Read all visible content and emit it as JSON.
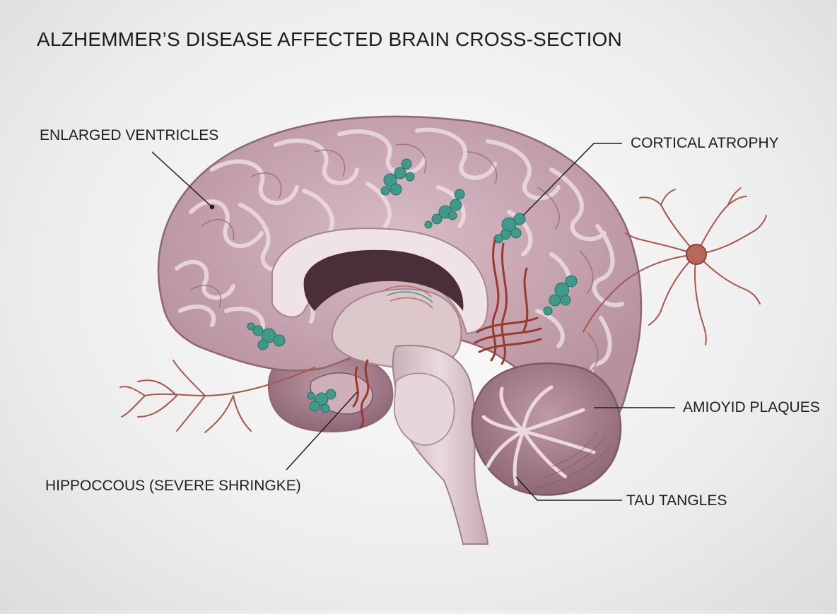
{
  "title": "ALZHEMMER’S DISEASE AFFECTED BRAIN CROSS-SECTION",
  "labels": {
    "enlarged_ventricles": "ENLARGED VENTRICLES",
    "cortical_atrophy": "CORTICAL ATROPHY",
    "amyloid_plaques": "AMIOYID PLAQUES",
    "hippocampus": "HIPPOCCOUS (SEVERE SHRINGKE)",
    "tau_tangles": "TAU TANGLES"
  },
  "colors": {
    "brain_fill": "#c9aab5",
    "brain_fold": "#e7d5db",
    "brain_outline": "#8c6674",
    "plaque": "#3f9a8a",
    "tangle": "#9a3a2e",
    "neuron": "#a8564a",
    "brainstem": "#d8c3c6",
    "leader_line": "#1e1e1e"
  }
}
